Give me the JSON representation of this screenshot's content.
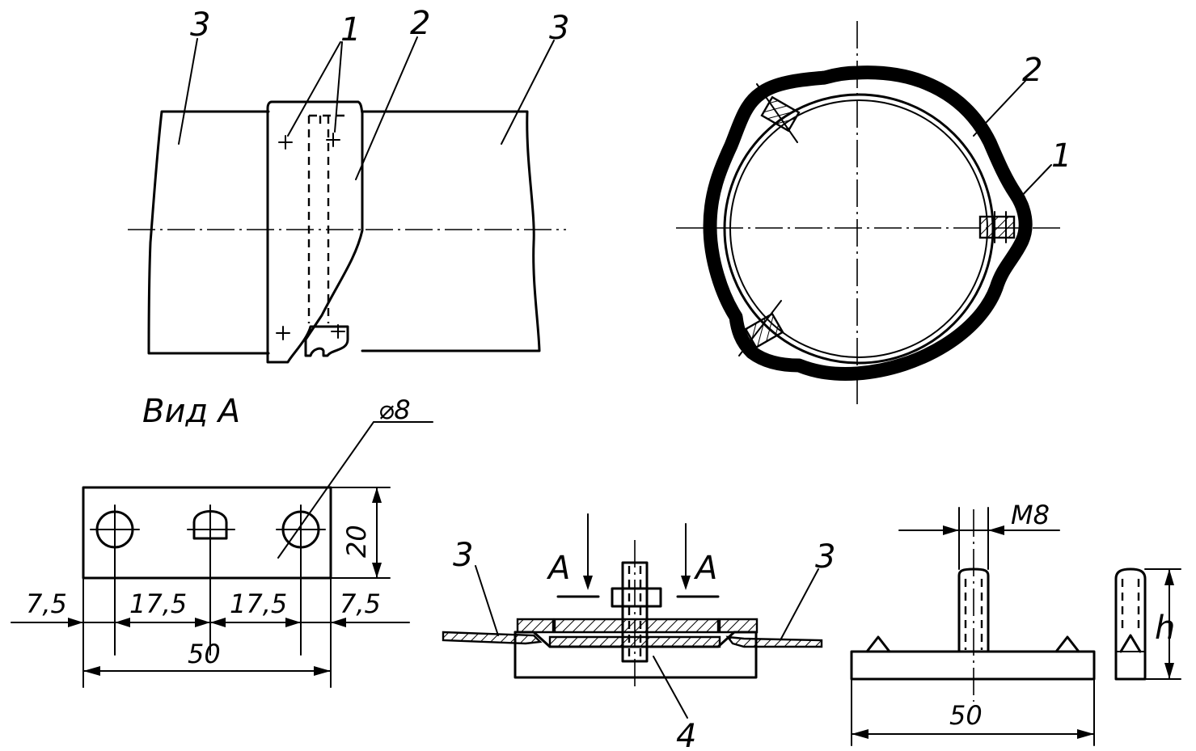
{
  "labels": {
    "pipe_left": "3",
    "bolt_top": "1",
    "band_top": "2",
    "pipe_right": "3",
    "band_circle": "2",
    "bolt_circle": "1",
    "view_title": "Вид А",
    "hole_diameter": "⌀8",
    "plate_height": "20",
    "dim_edge_left": "7,5",
    "dim_pitch_1": "17,5",
    "dim_pitch_2": "17,5",
    "dim_edge_right": "7,5",
    "plate_length": "50",
    "section_pipe_left": "3",
    "section_pipe_right": "3",
    "section_mark_left": "А",
    "section_mark_right": "А",
    "section_part": "4",
    "thread_size": "М8",
    "stud_length": "50",
    "height_symbol": "h"
  }
}
